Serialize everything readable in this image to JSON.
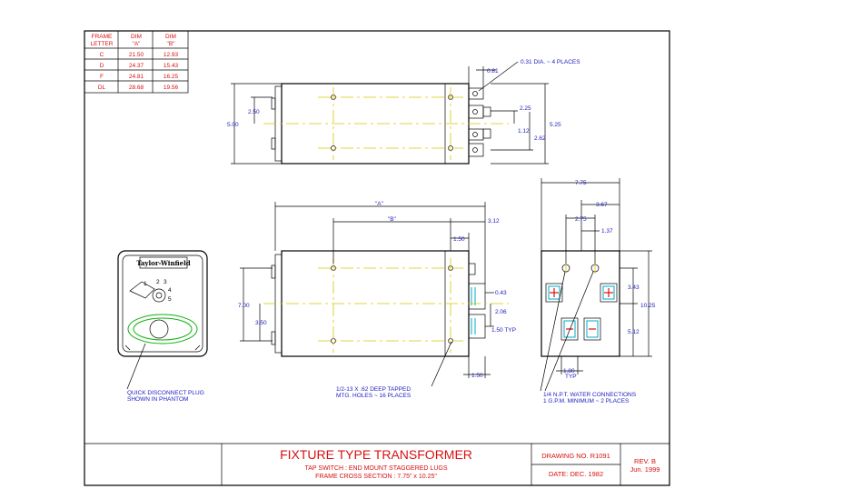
{
  "frame_table": {
    "headers": [
      "FRAME LETTER",
      "DIM \"A\"",
      "DIM \"B\""
    ],
    "header_lines": [
      [
        "FRAME",
        "LETTER"
      ],
      [
        "DIM",
        "\"A\""
      ],
      [
        "DIM",
        "\"B\""
      ]
    ],
    "rows": [
      [
        "C",
        "21.50",
        "12.93"
      ],
      [
        "D",
        "24.37",
        "15.43"
      ],
      [
        "F",
        "24.81",
        "16.25"
      ],
      [
        "DL",
        "28.68",
        "19.56"
      ]
    ]
  },
  "top_view": {
    "holes_note": "0.31 DIA. ~ 4 PLACES",
    "dims": {
      "d081": "0.81",
      "d500": "5.00",
      "d250": "2.50",
      "d225": "2.25",
      "d525": "5.25",
      "d112": "1.12",
      "d262": "2.62"
    }
  },
  "front_view": {
    "dims": {
      "dimA": "\"A\"",
      "dimB": "\"B\"",
      "d312": "3.12",
      "d150a": "1.50",
      "d700": "7.00",
      "d350": "3.50",
      "d043": "0.43",
      "d206": "2.06",
      "d150typ": "1.50 TYP",
      "d150b": "1.50"
    },
    "note_lines": [
      "1/2-13 X .62 DEEP TAPPED",
      "MTG. HOLES ~ 16 PLACES"
    ]
  },
  "end_view": {
    "dims": {
      "d775": "7.75",
      "d367": "3.67",
      "d275": "2.75",
      "d137": "1.37",
      "d343": "3.43",
      "d1025": "10.25",
      "d512": "5.12",
      "d180": "1.80",
      "typ": "TYP"
    },
    "note_lines": [
      "1/4 N.P.T. WATER CONNECTIONS",
      "1 G.P.M. MINIMUM ~ 2 PLACES"
    ]
  },
  "plug": {
    "brand": "Taylor-Winfield",
    "pins": [
      "1",
      "2",
      "3",
      "4",
      "5"
    ],
    "note_lines": [
      "QUICK DISCONNECT PLUG",
      "SHOWN IN PHANTOM"
    ]
  },
  "title_block": {
    "title": "FIXTURE   TYPE   TRANSFORMER",
    "subtitle1": "TAP SWITCH : END MOUNT STAGGERED LUGS",
    "subtitle2": "FRAME CROSS SECTION : 7.75\" x 10.25\"",
    "drawing_no": "DRAWING NO. R1091",
    "date": "DATE: DEC. 1982",
    "rev": "REV. B",
    "rev_date": "Jun. 1999"
  },
  "colors": {
    "text_red": "#d81010",
    "text_blue": "#2020c0",
    "centerline": "#d6c800",
    "phantom": "#10b010",
    "lug": "#00a8c8"
  }
}
